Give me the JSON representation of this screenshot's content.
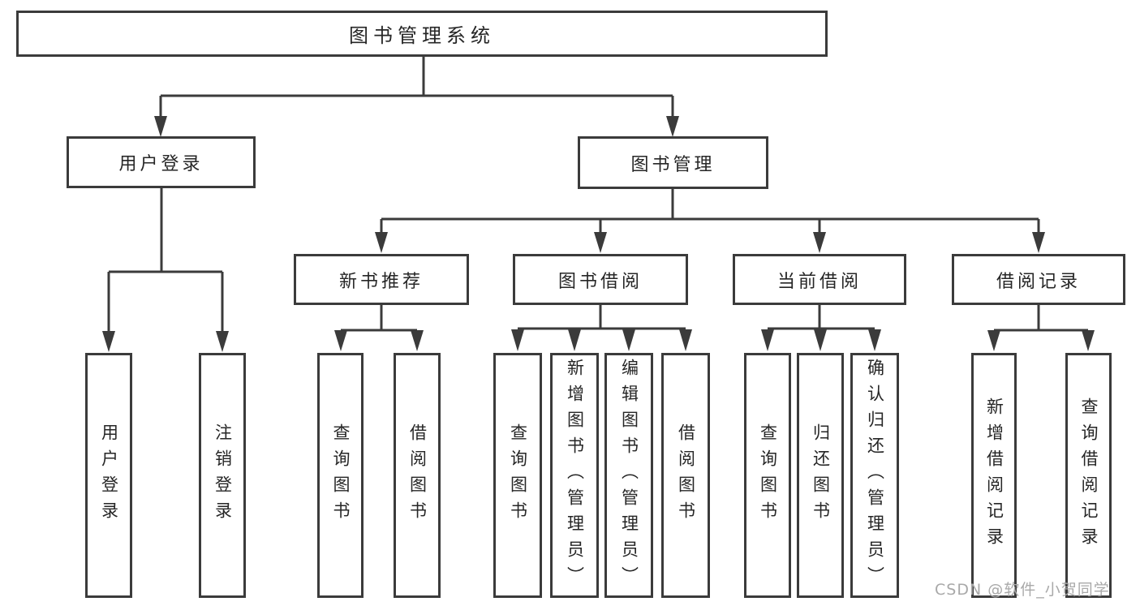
{
  "diagram_title": "图书管理系统",
  "tree": {
    "label": "图书管理系统",
    "children": [
      {
        "label": "用户登录",
        "children": [
          {
            "label": "用户登录"
          },
          {
            "label": "注销登录"
          }
        ]
      },
      {
        "label": "图书管理",
        "children": [
          {
            "label": "新书推荐",
            "children": [
              {
                "label": "查询图书"
              },
              {
                "label": "借阅图书"
              }
            ]
          },
          {
            "label": "图书借阅",
            "children": [
              {
                "label": "查询图书"
              },
              {
                "label": "新增图书（管理员）"
              },
              {
                "label": "编辑图书（管理员）"
              },
              {
                "label": "借阅图书"
              }
            ]
          },
          {
            "label": "当前借阅",
            "children": [
              {
                "label": "查询图书"
              },
              {
                "label": "归还图书"
              },
              {
                "label": "确认归还（管理员）"
              }
            ]
          },
          {
            "label": "借阅记录",
            "children": [
              {
                "label": "新增借阅记录"
              },
              {
                "label": "查询借阅记录"
              }
            ]
          }
        ]
      }
    ]
  },
  "watermark": {
    "text": "CSDN @软件_小贺同学"
  },
  "colors": {
    "line": "#3b3b3b",
    "text": "#262626",
    "background": "#ffffff",
    "watermark": "#a9a9a9"
  }
}
